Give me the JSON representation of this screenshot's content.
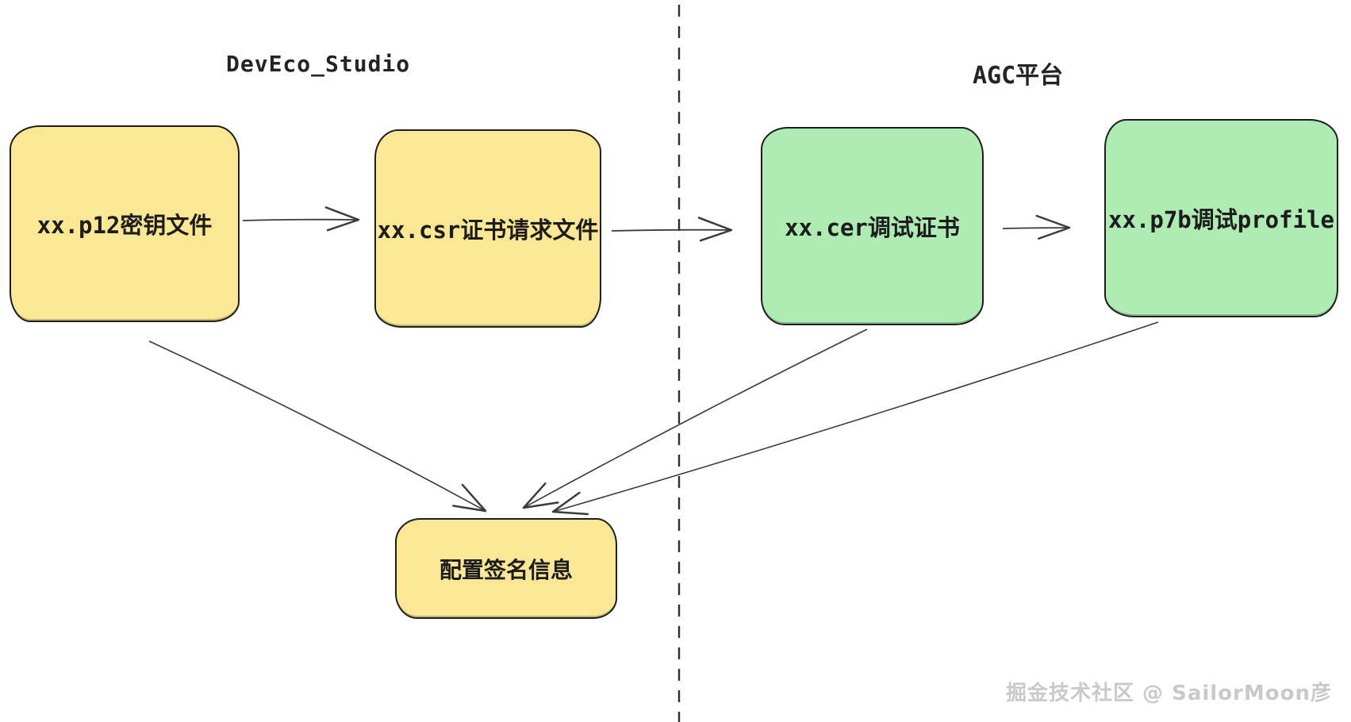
{
  "diagram": {
    "section_titles": {
      "left": "DevEco_Studio",
      "right": "AGC平台"
    },
    "nodes": [
      {
        "id": "p12",
        "label": "xx.p12密钥文件",
        "fill": "#FCE894",
        "section": "DevEco_Studio"
      },
      {
        "id": "csr",
        "label": "xx.csr证书请求文件",
        "fill": "#FCE894",
        "section": "DevEco_Studio"
      },
      {
        "id": "cer",
        "label": "xx.cer调试证书",
        "fill": "#AEECB4",
        "section": "AGC平台"
      },
      {
        "id": "p7b",
        "label": "xx.p7b调试profile",
        "fill": "#AEECB4",
        "section": "AGC平台"
      },
      {
        "id": "sign",
        "label": "配置签名信息",
        "fill": "#FCE894",
        "section": "DevEco_Studio"
      }
    ],
    "edges": [
      {
        "from": "xx.p12密钥文件",
        "to": "xx.csr证书请求文件"
      },
      {
        "from": "xx.csr证书请求文件",
        "to": "xx.cer调试证书"
      },
      {
        "from": "xx.cer调试证书",
        "to": "xx.p7b调试profile"
      },
      {
        "from": "xx.p12密钥文件",
        "to": "配置签名信息"
      },
      {
        "from": "xx.cer调试证书",
        "to": "配置签名信息"
      },
      {
        "from": "xx.p7b调试profile",
        "to": "配置签名信息"
      }
    ],
    "colors": {
      "yellow_fill": "#FCE894",
      "green_fill": "#AEECB4",
      "border": "#1e1e1e",
      "arrow": "#3b3b3b",
      "divider": "#2f2f2f",
      "background": "#ffffff"
    }
  },
  "watermark": {
    "text": "掘金技术社区 @ SailorMoon彦"
  }
}
